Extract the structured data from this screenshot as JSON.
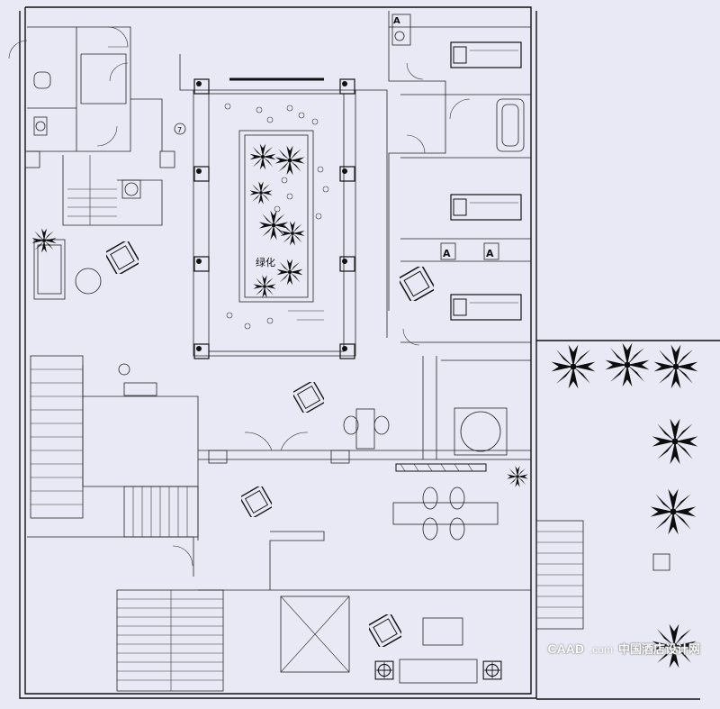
{
  "drawing": {
    "atrium_label": "绿化"
  },
  "watermark": {
    "brand": "CAAD",
    "site": ".com",
    "cn_name": "中国酒店设计网"
  },
  "colors": {
    "background": "#e9e9f5",
    "line": "#111111",
    "plant": "#0d0d0d"
  }
}
